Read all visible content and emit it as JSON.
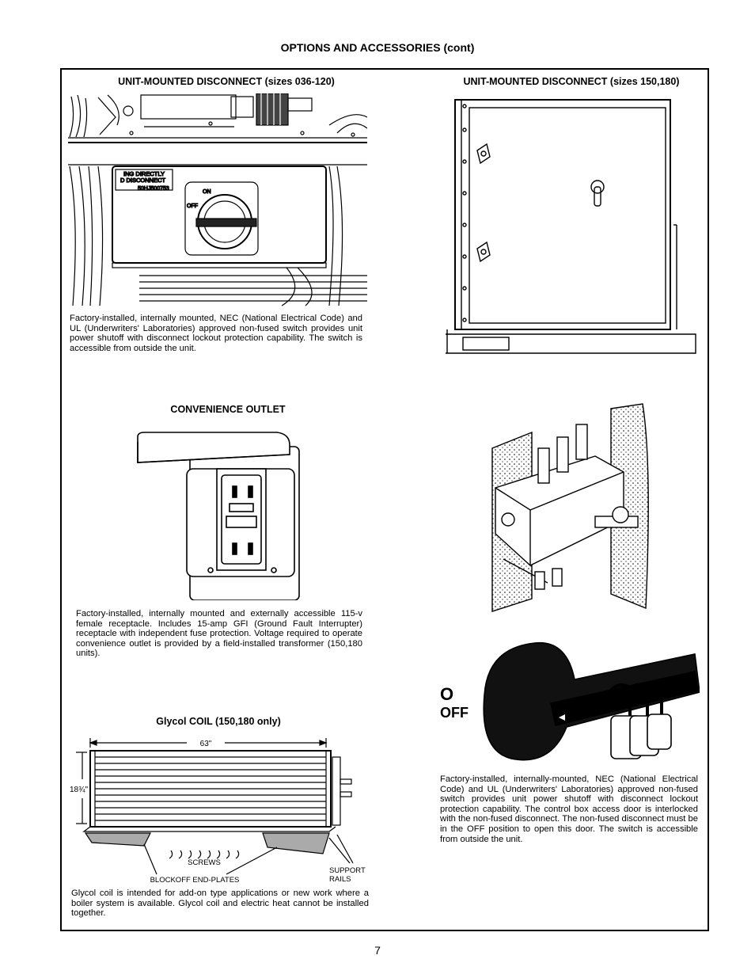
{
  "header": {
    "title": "OPTIONS AND ACCESSORIES (cont)"
  },
  "disconnect_small": {
    "title": "UNIT-MOUNTED DISCONNECT (sizes 036-120)",
    "label_line1": "ING  DIRECTLY",
    "label_line2": "D  DISCONNECT",
    "part_number": "50HJ500753",
    "switch_on": "ON",
    "switch_off": "OFF",
    "description": "Factory-installed, internally mounted, NEC (National Electrical Code) and UL (Underwriters' Laboratories) approved non-fused switch provides unit power shutoff with disconnect lockout protection capability. The switch is accessible from outside the unit."
  },
  "disconnect_large": {
    "title": "UNIT-MOUNTED DISCONNECT (sizes 150,180)",
    "handle_off_line1": "O",
    "handle_off_line2": "OFF",
    "description": "Factory-installed, internally-mounted, NEC (National Electrical Code) and UL (Underwriters' Laboratories) approved non-fused switch provides unit power shutoff with disconnect lockout protection capability. The control box access door is interlocked with the non-fused disconnect. The non-fused disconnect must be in the OFF position to open this door. The switch is accessible from outside the unit."
  },
  "outlet": {
    "title": "CONVENIENCE OUTLET",
    "description": "Factory-installed, internally mounted and externally accessible 115-v female receptacle. Includes 15-amp GFI (Ground Fault Interrupter) receptacle with independent fuse protection. Voltage required to operate convenience outlet is provided by a field-installed transformer (150,180 units)."
  },
  "glycol": {
    "title": "Glycol COIL (150,180 only)",
    "width_dim": "63\"",
    "height_dim": "18¾\"",
    "label_screws": "SCREWS",
    "label_blockoff": "BLOCKOFF END-PLATES",
    "label_support_1": "SUPPORT",
    "label_support_2": "RAILS",
    "description": "Glycol coil is intended for add-on type applications or new work where a boiler system is available. Glycol coil and electric heat cannot be installed together."
  },
  "page": {
    "number": "7"
  }
}
